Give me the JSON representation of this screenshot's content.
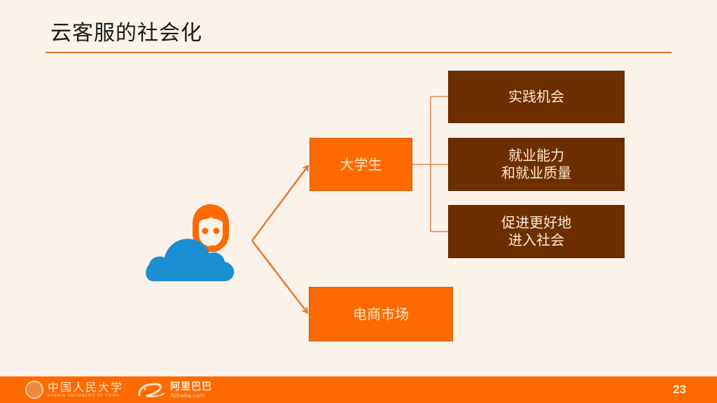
{
  "slide": {
    "title": "云客服的社会化",
    "page_number": "23"
  },
  "diagram": {
    "root_icon": "cloud-customer-service-icon",
    "branches": [
      {
        "label": "大学生",
        "children": [
          {
            "label": "实践机会"
          },
          {
            "label": "就业能力\n和就业质量"
          },
          {
            "label": "促进更好地\n进入社会"
          }
        ]
      },
      {
        "label": "电商市场",
        "children": []
      }
    ]
  },
  "footer": {
    "ruc_logo_cn": "中国人民大学",
    "ruc_logo_en": "RENMIN UNIVERSITY OF CHINA",
    "alibaba_logo_cn": "阿里巴巴",
    "alibaba_logo_en": "Alibaba.com"
  },
  "colors": {
    "background": "#fbf3ea",
    "accent_orange": "#ff6a00",
    "dark_brown": "#6e2f00",
    "cloud_blue": "#1b8fd2",
    "connector": "#e8792a",
    "box_text": "#fde9cf"
  }
}
